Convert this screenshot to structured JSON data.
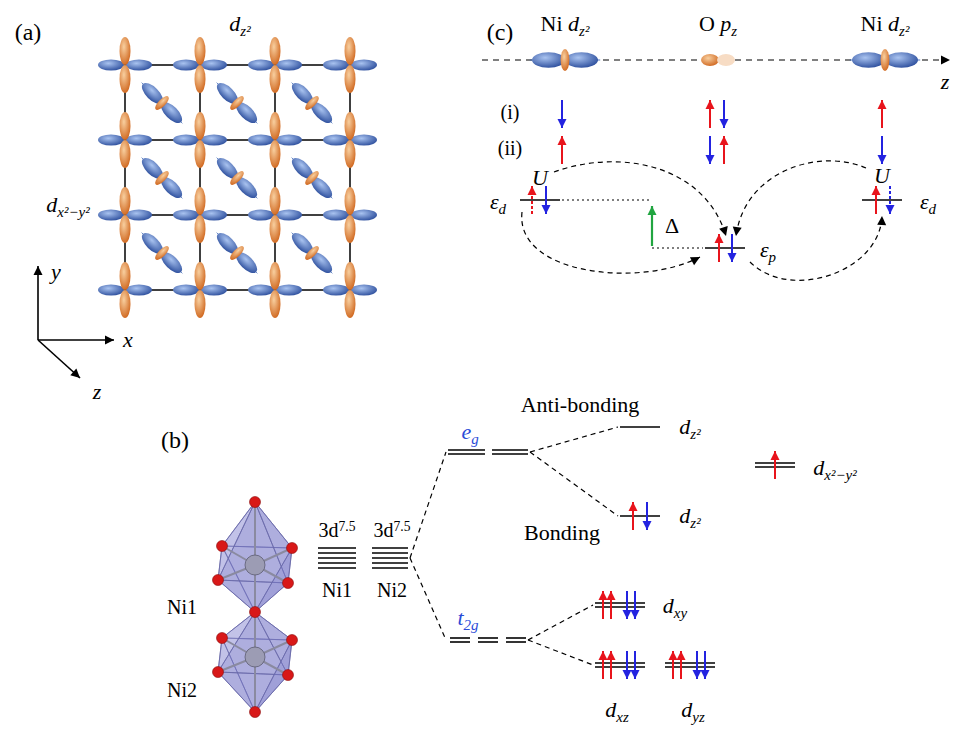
{
  "diagram": {
    "labels": [
      "(a)",
      "dz²",
      "dx²−y²",
      "y",
      "x",
      "z",
      "(c)",
      "Ni dz²",
      "O pz",
      "Ni dz²",
      "z",
      "(i)",
      "(ii)",
      "U",
      "U",
      "εd",
      "Δ",
      "εp",
      "εd",
      "(b)",
      "3d7.5",
      "3d7.5",
      "Ni1",
      "Ni2",
      "Anti-bonding",
      "eg",
      "dz²",
      "dx²−y²",
      "Bonding",
      "dz²",
      "t2g",
      "dxy",
      "Ni1",
      "Ni2",
      "dxz",
      "dyz"
    ]
  }
}
